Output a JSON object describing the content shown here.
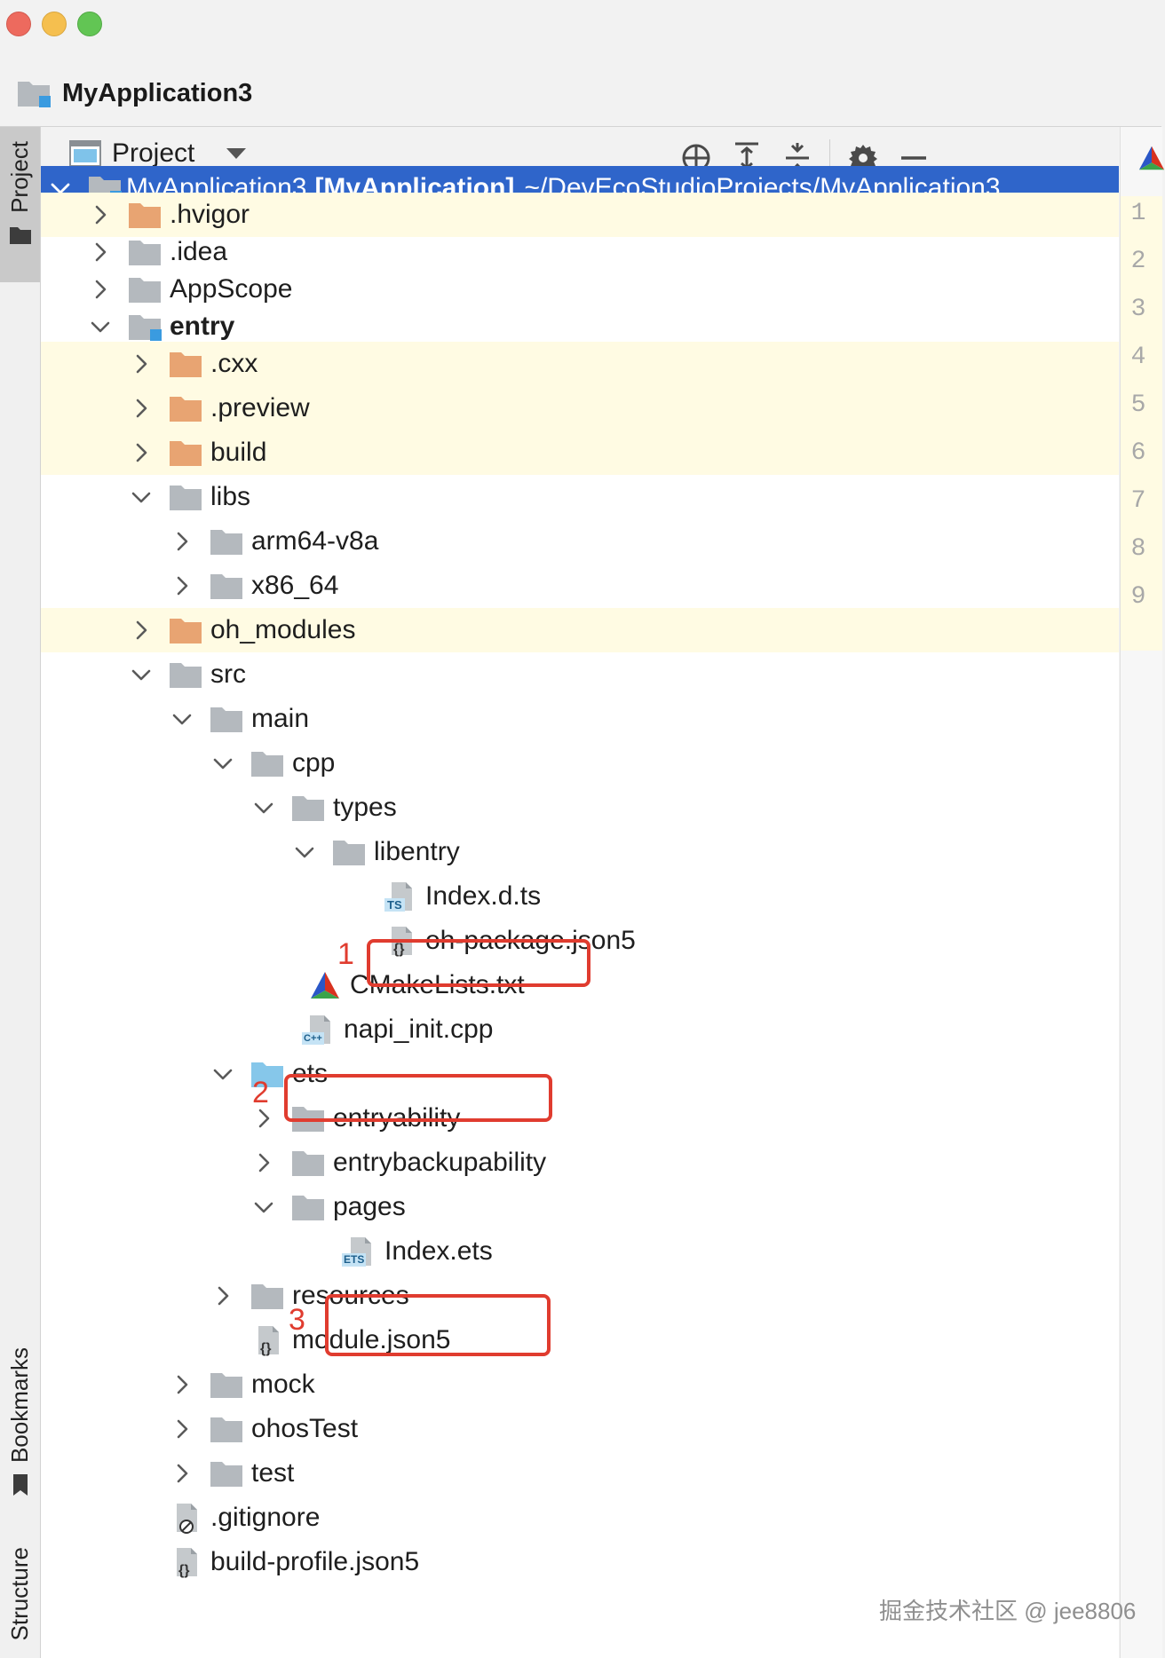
{
  "window": {
    "project_title": "MyApplication3"
  },
  "side_tabs": {
    "project": "Project",
    "bookmarks": "Bookmarks",
    "structure": "Structure"
  },
  "toolbar": {
    "view_label": "Project"
  },
  "tree": [
    {
      "label": "MyApplication3",
      "label_bold": "[MyApplication]",
      "label_path": "~/DevEcoStudioProjects/MyApplication3",
      "icon": "module-folder-icon",
      "expanded": true,
      "selected": true
    },
    {
      "label": ".hvigor",
      "icon": "excluded-folder-icon",
      "expanded": false
    },
    {
      "label": ".idea",
      "icon": "folder-icon",
      "expanded": false
    },
    {
      "label": "AppScope",
      "icon": "folder-icon",
      "expanded": false
    },
    {
      "label": "entry",
      "icon": "module-folder-icon",
      "expanded": true
    },
    {
      "label": ".cxx",
      "icon": "excluded-folder-icon",
      "expanded": false
    },
    {
      "label": ".preview",
      "icon": "excluded-folder-icon",
      "expanded": false
    },
    {
      "label": "build",
      "icon": "excluded-folder-icon",
      "expanded": false
    },
    {
      "label": "libs",
      "icon": "folder-icon",
      "expanded": true
    },
    {
      "label": "arm64-v8a",
      "icon": "folder-icon",
      "expanded": false
    },
    {
      "label": "x86_64",
      "icon": "folder-icon",
      "expanded": false
    },
    {
      "label": "oh_modules",
      "icon": "excluded-folder-icon",
      "expanded": false
    },
    {
      "label": "src",
      "icon": "folder-icon",
      "expanded": true
    },
    {
      "label": "main",
      "icon": "folder-icon",
      "expanded": true
    },
    {
      "label": "cpp",
      "icon": "folder-icon",
      "expanded": true
    },
    {
      "label": "types",
      "icon": "folder-icon",
      "expanded": true
    },
    {
      "label": "libentry",
      "icon": "folder-icon",
      "expanded": true
    },
    {
      "label": "Index.d.ts",
      "icon": "ts-file-icon"
    },
    {
      "label": "oh-package.json5",
      "icon": "json-file-icon"
    },
    {
      "label": "CMakeLists.txt",
      "icon": "cmake-file-icon"
    },
    {
      "label": "napi_init.cpp",
      "icon": "cpp-file-icon"
    },
    {
      "label": "ets",
      "icon": "source-folder-icon",
      "expanded": true
    },
    {
      "label": "entryability",
      "icon": "folder-icon",
      "expanded": false
    },
    {
      "label": "entrybackupability",
      "icon": "folder-icon",
      "expanded": false
    },
    {
      "label": "pages",
      "icon": "folder-icon",
      "expanded": true
    },
    {
      "label": "Index.ets",
      "icon": "ets-file-icon"
    },
    {
      "label": "resources",
      "icon": "folder-icon",
      "expanded": false
    },
    {
      "label": "module.json5",
      "icon": "json-file-icon"
    },
    {
      "label": "mock",
      "icon": "folder-icon",
      "expanded": false
    },
    {
      "label": "ohosTest",
      "icon": "folder-icon",
      "expanded": false
    },
    {
      "label": "test",
      "icon": "folder-icon",
      "expanded": false
    },
    {
      "label": ".gitignore",
      "icon": "gitignore-file-icon"
    },
    {
      "label": "build-profile.json5",
      "icon": "json-file-icon"
    }
  ],
  "file_badges": {
    "ts": "TS",
    "cpp": "C++",
    "ets": "ETS"
  },
  "annotations": [
    {
      "number": "1",
      "target": "Index.d.ts"
    },
    {
      "number": "2",
      "target": "napi_init.cpp"
    },
    {
      "number": "3",
      "target": "Index.ets"
    }
  ],
  "gutter_lines": [
    "1",
    "2",
    "3",
    "4",
    "5",
    "6",
    "7",
    "8",
    "9"
  ],
  "watermark": "掘金技术社区 @ jee8806",
  "colors": {
    "selection": "#2f65ca",
    "ignored_row": "#fffbe3",
    "excluded_folder": "#e8a472",
    "folder": "#b4b9be",
    "source_folder": "#86c7ea",
    "annotation_red": "#e03c2f"
  }
}
